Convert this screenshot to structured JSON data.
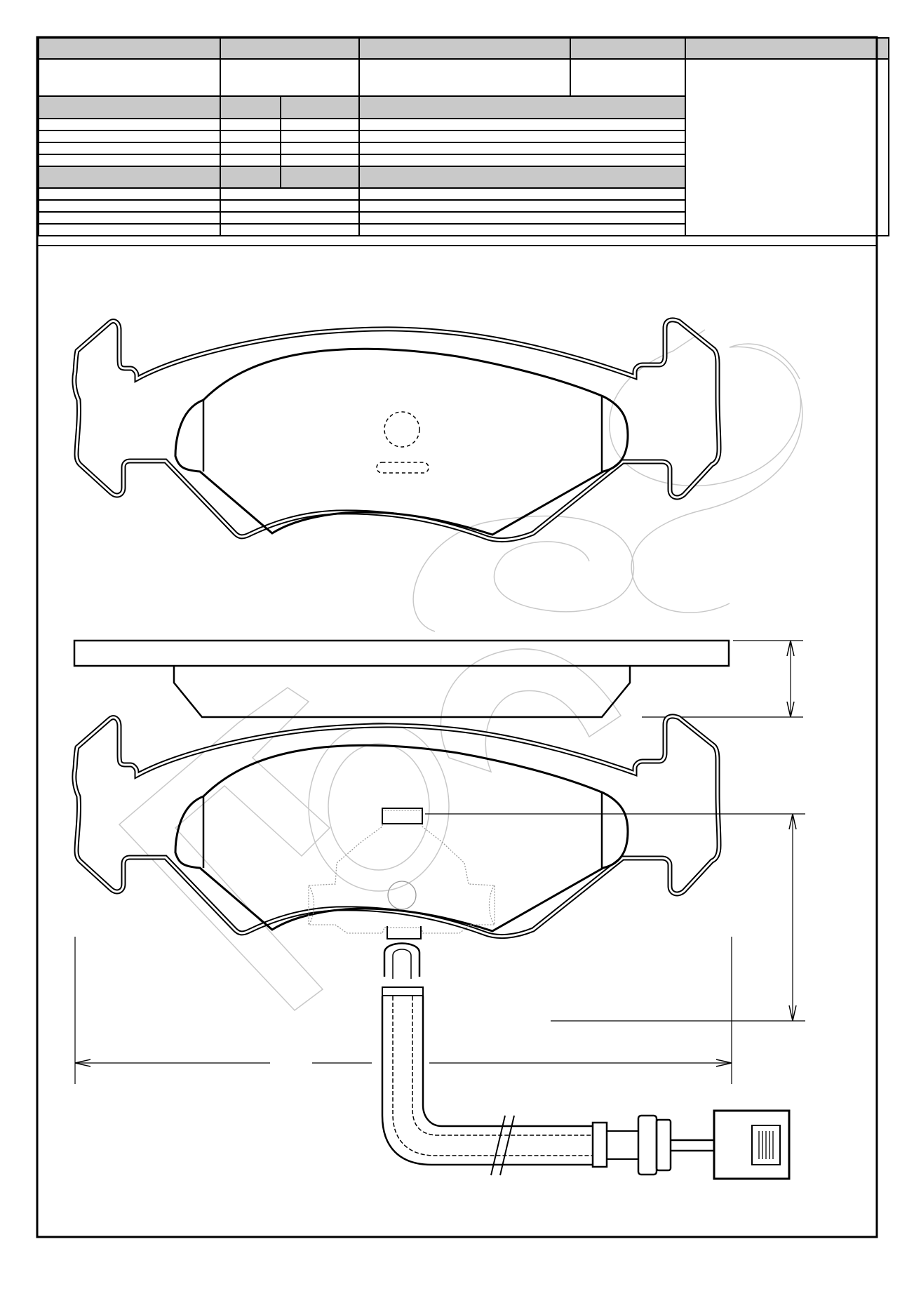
{
  "sheet": {
    "header_cells": [
      "",
      "",
      "",
      "",
      ""
    ],
    "info_cells": [
      "",
      "",
      "",
      ""
    ],
    "section_a": {
      "header_cells": [
        "",
        "",
        "",
        ""
      ],
      "rows": [
        [
          "",
          "",
          "",
          ""
        ],
        [
          "",
          "",
          "",
          ""
        ],
        [
          "",
          "",
          "",
          ""
        ],
        [
          "",
          "",
          "",
          ""
        ]
      ]
    },
    "section_b": {
      "header_cells": [
        "",
        "",
        "",
        ""
      ],
      "rows": [
        [
          "",
          "",
          ""
        ],
        [
          "",
          "",
          ""
        ],
        [
          "",
          "",
          ""
        ],
        [
          "",
          "",
          ""
        ]
      ]
    },
    "logo_area": ""
  },
  "drawing": {
    "views": [
      "pad-front-view",
      "pad-side-view",
      "pad-back-view-with-sensor"
    ],
    "dimensions": {
      "thickness": "",
      "height": "",
      "width": ""
    },
    "colors": {
      "line": "#000000",
      "header_fill": "#c9c9c9",
      "watermark": "#c8c8c8",
      "clip": "#9a9a9a"
    }
  }
}
